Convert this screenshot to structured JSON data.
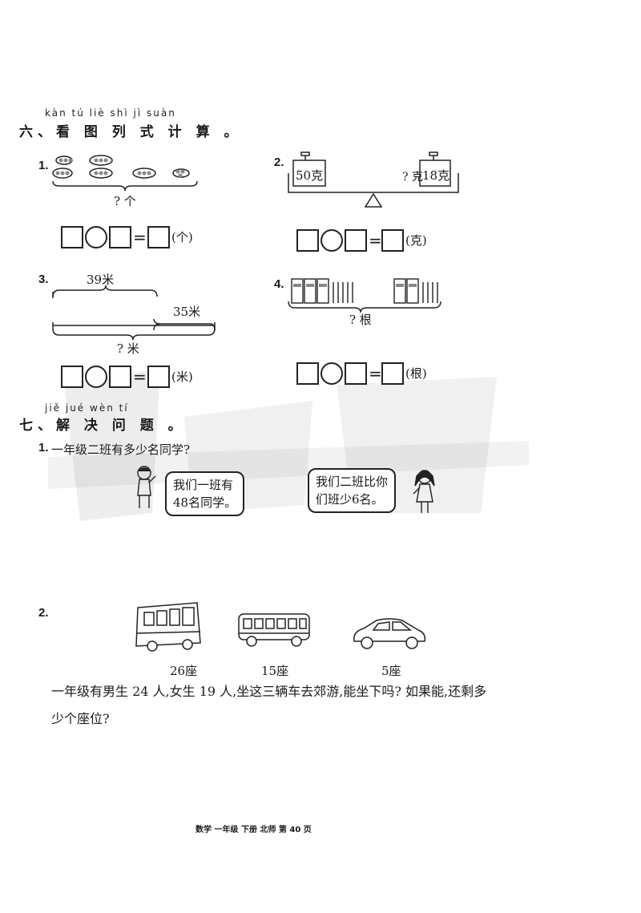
{
  "section6": {
    "pinyin": "kàn tú liè shì jì suàn",
    "title": "六、看 图 列 式 计 算 。",
    "problems": [
      {
        "num": "1.",
        "question": "? 个",
        "unit": "(个)"
      },
      {
        "num": "2.",
        "weight_left": "50克",
        "weight_right": "18克",
        "question": "? 克",
        "unit": "(克)"
      },
      {
        "num": "3.",
        "top_label": "39米",
        "mid_label": "35米",
        "question": "? 米",
        "unit": "(米)"
      },
      {
        "num": "4.",
        "question": "? 根",
        "unit": "(根)"
      }
    ],
    "equals": "="
  },
  "section7": {
    "pinyin": "jiě jué wèn tí",
    "title": "七、解 决 问 题 。",
    "q1": {
      "num": "1.",
      "text": "一年级二班有多少名同学?",
      "bubble_left": "我们一班有 48名同学。",
      "bubble_left_l1": "我们一班有",
      "bubble_left_l2": "48名同学。",
      "bubble_right_l1": "我们二班比你",
      "bubble_right_l2": "们班少6名。"
    },
    "q2": {
      "num": "2.",
      "seats": [
        "26座",
        "15座",
        "5座"
      ],
      "text_l1": "一年级有男生 24 人,女生 19 人,坐这三辆车去郊游,能坐下吗? 如果能,还剩多",
      "text_l2": "少个座位?"
    }
  },
  "footer": "数学  一年级  下册  北师  第 40 页"
}
